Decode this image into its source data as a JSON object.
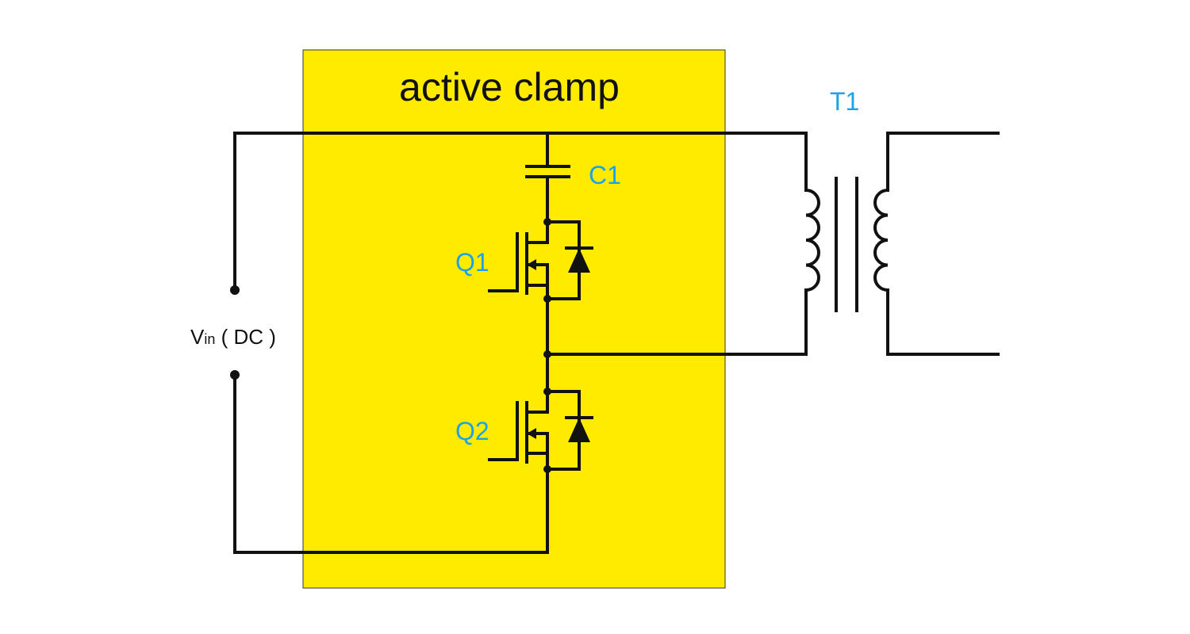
{
  "block": {
    "title": "active clamp",
    "fill_color": "#ffeb00"
  },
  "labels": {
    "c1": "C1",
    "q1": "Q1",
    "q2": "Q2",
    "t1": "T1",
    "vin_main": "V",
    "vin_sub": "in",
    "vin_suffix": " ( DC )"
  },
  "colors": {
    "label_blue": "#1aa3e8",
    "wire": "#111111"
  }
}
